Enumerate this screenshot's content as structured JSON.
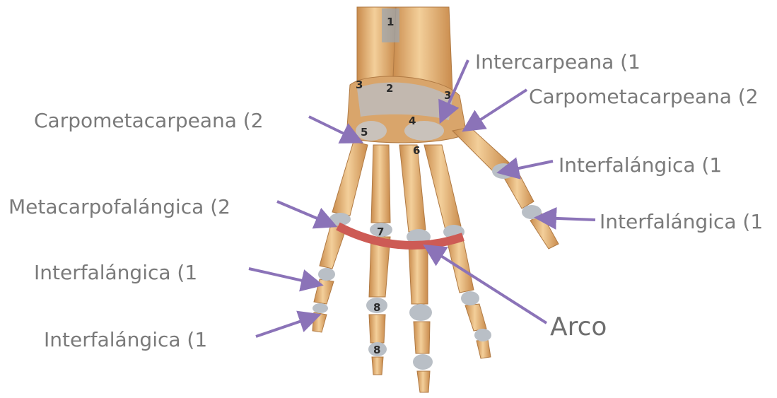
{
  "labels": {
    "intercarpeana": "Intercarpeana (1",
    "carpometacarpeana_right": "Carpometacarpeana (2",
    "carpometacarpeana_left": "Carpometacarpeana (2",
    "interfalangica_thumb_1": "Interfalángica (1",
    "interfalangica_thumb_2": "Interfalángica (1",
    "metacarpofalangica": "Metacarpofalángica (2",
    "interfalangica_left_1": "Interfalángica (1",
    "interfalangica_left_2": "Interfalángica (1",
    "arco": "Arco"
  },
  "bone_numbers": [
    "1",
    "2",
    "3",
    "3",
    "4",
    "5",
    "6",
    "7",
    "8",
    "8"
  ],
  "colors": {
    "arrow": "#8b73b8",
    "arc": "#cd5b55",
    "bone": "#e6b47a",
    "bone_shade": "#c98b4c",
    "cartilage": "#b9bfc6",
    "label": "#7a7a7a"
  }
}
